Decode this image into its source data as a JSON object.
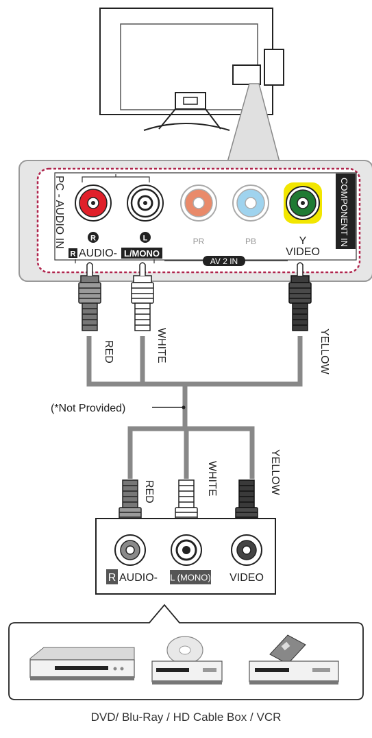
{
  "tv_panel": {
    "pc_audio_in": "PC - AUDIO IN",
    "component_in": "COMPONENT IN",
    "jack_r": "R",
    "jack_l": "L",
    "pr": "PR",
    "pb": "PB",
    "y": "Y",
    "video": "VIDEO",
    "audio_r_badge": "R",
    "audio_label": "AUDIO-",
    "lmono_label": "L/MONO",
    "av2_label": "AV 2 IN"
  },
  "cable": {
    "red": "RED",
    "white": "WHITE",
    "yellow": "YELLOW",
    "not_provided": "(*Not Provided)"
  },
  "device_panel": {
    "r_badge": "R",
    "audio": "AUDIO-",
    "l_mono": "L (MONO)",
    "video": "VIDEO"
  },
  "caption": "DVD/ Blu-Ray / HD Cable Box / VCR",
  "colors": {
    "red_jack": "#e0202a",
    "yellow_ring": "#f2e600",
    "green_jack": "#1f7a33",
    "pr_jack": "#e98a6a",
    "pb_jack": "#9fd3ee",
    "dashed_border": "#b0244c",
    "panel_gray": "#e6e6e6",
    "cable_gray": "#888888"
  }
}
